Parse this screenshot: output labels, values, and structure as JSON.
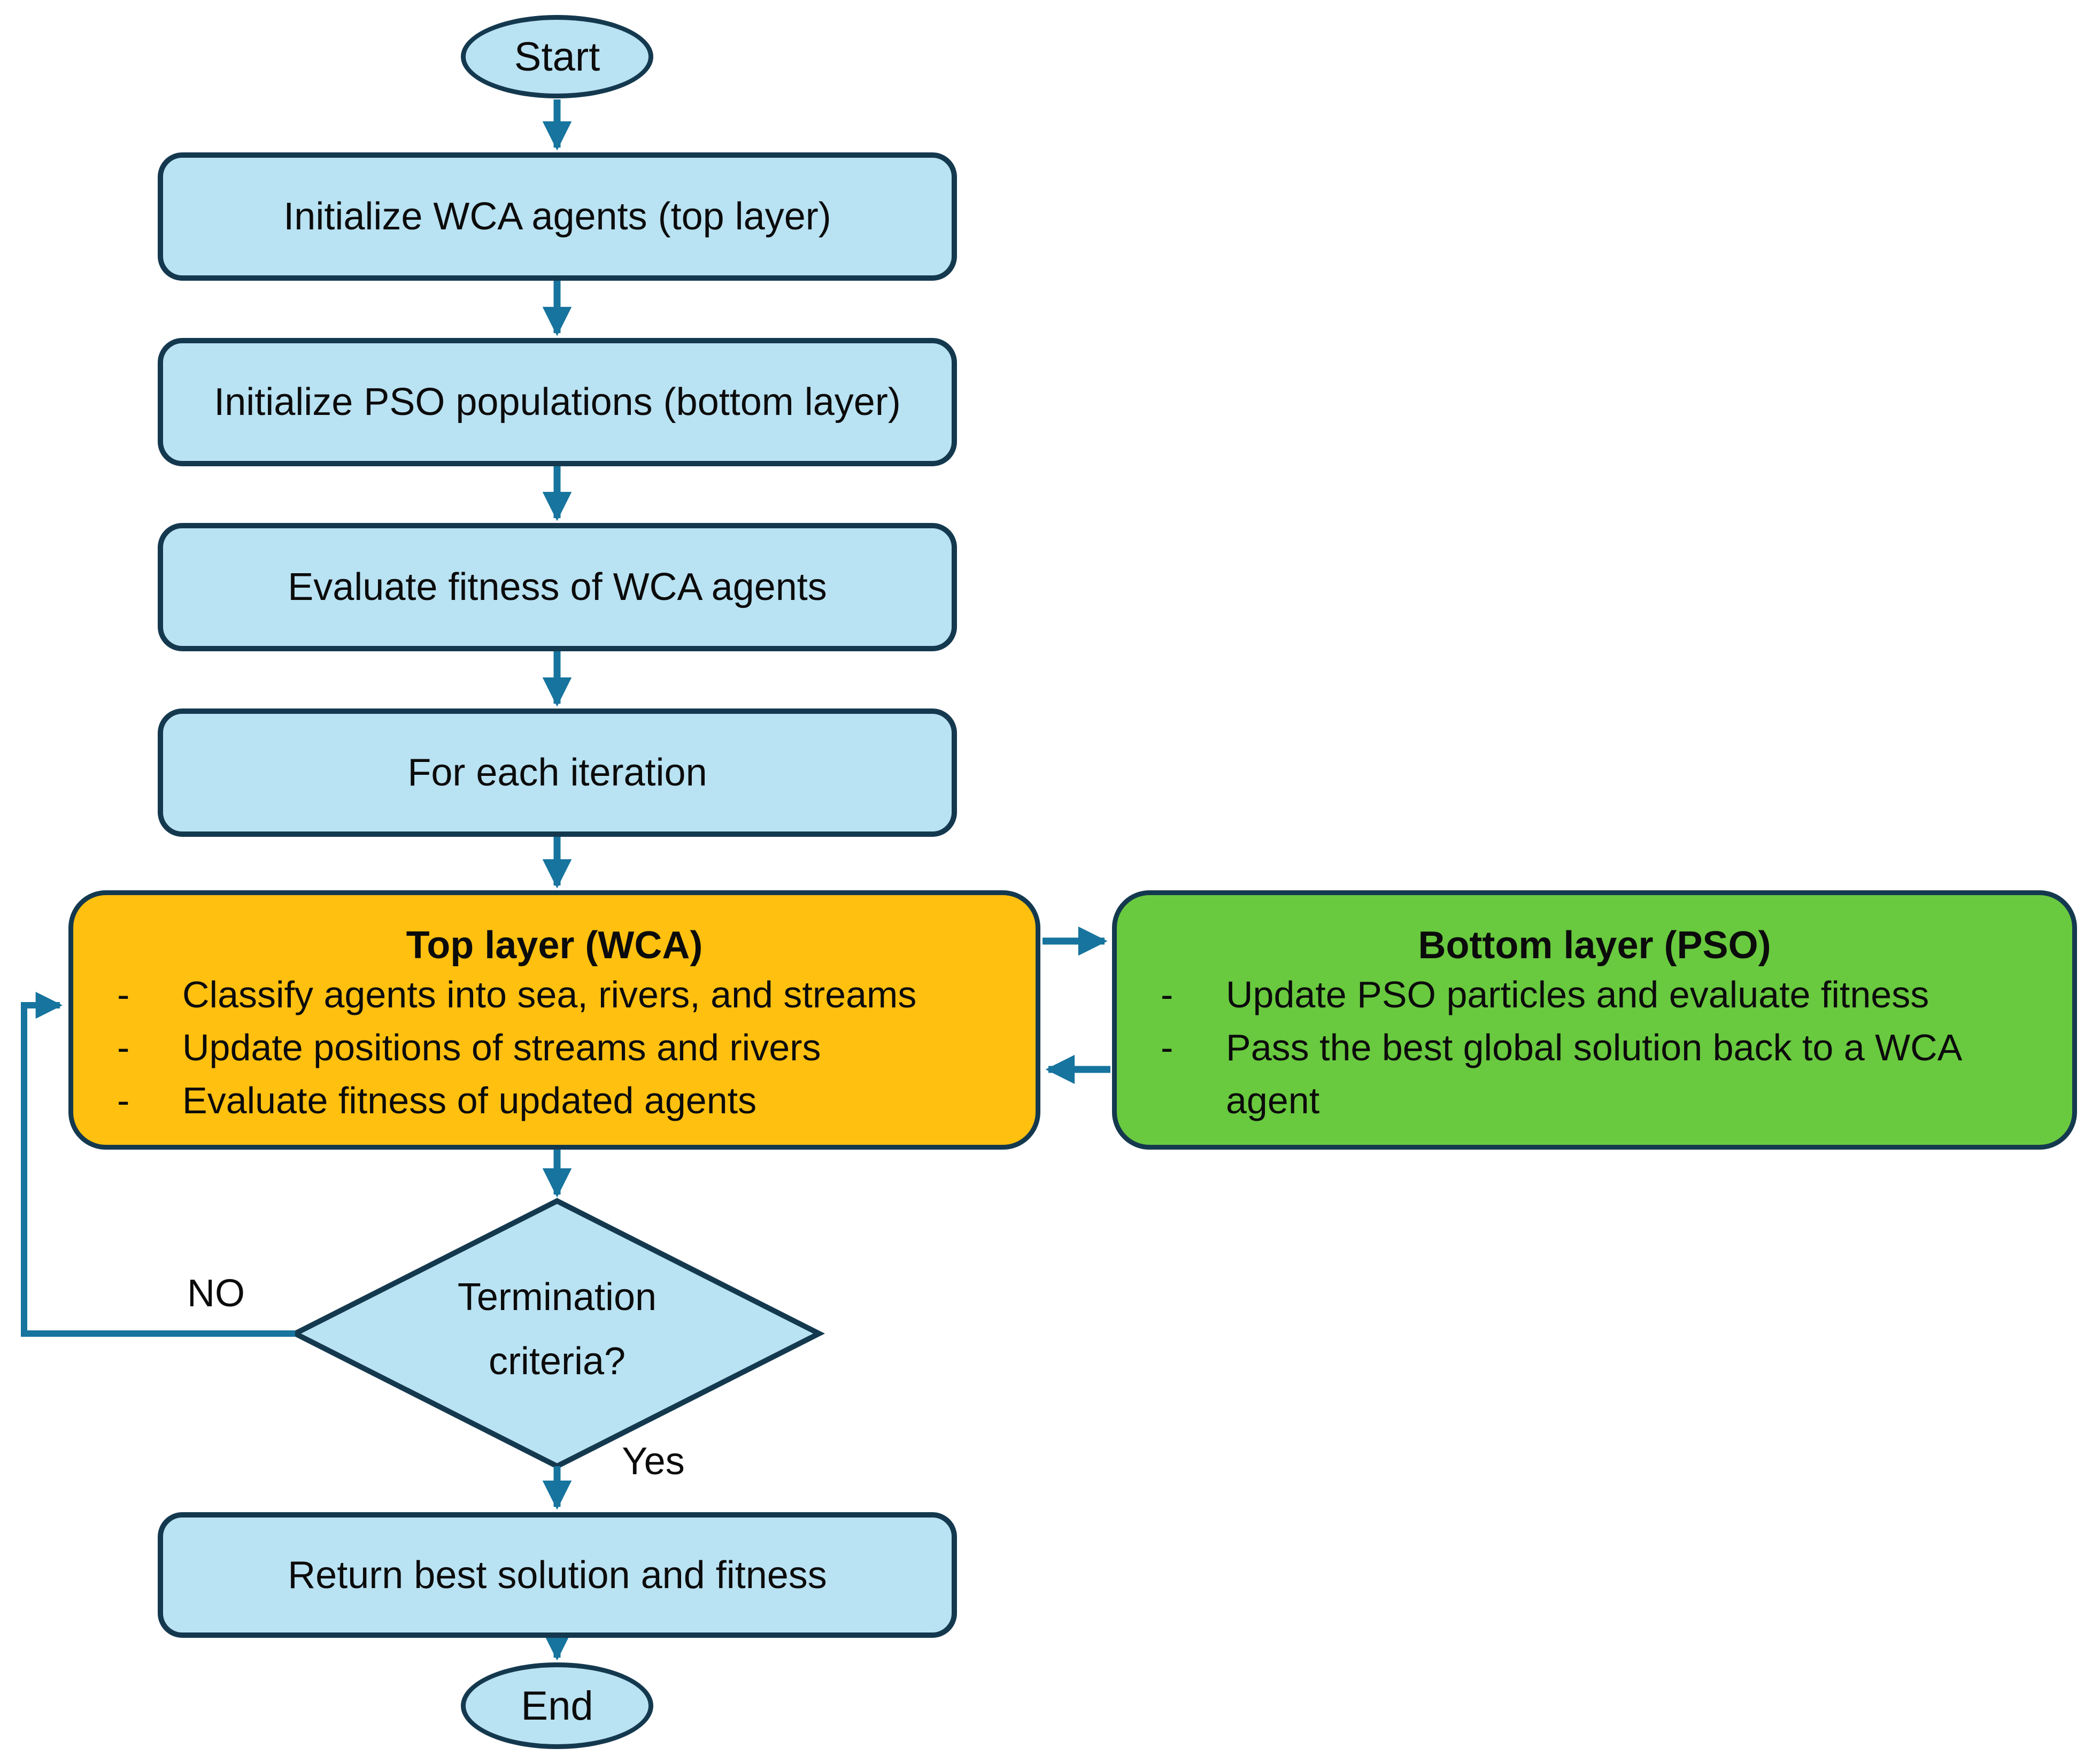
{
  "flowchart": {
    "bullet_marker": "-",
    "start": {
      "label": "Start"
    },
    "steps": [
      {
        "label": "Initialize WCA agents (top layer)"
      },
      {
        "label": "Initialize PSO populations (bottom layer)"
      },
      {
        "label": "Evaluate fitness of WCA agents"
      },
      {
        "label": "For each iteration"
      }
    ],
    "top_layer": {
      "title": "Top layer (WCA)",
      "bullets": [
        "Classify agents into sea, rivers, and streams",
        "Update positions of streams and rivers",
        "Evaluate fitness of updated agents"
      ]
    },
    "bottom_layer": {
      "title": "Bottom layer (PSO)",
      "bullets": [
        "Update PSO particles and evaluate fitness",
        "Pass the best global solution back to a WCA agent"
      ]
    },
    "decision": {
      "line1": "Termination",
      "line2": "criteria?",
      "no_label": "NO",
      "yes_label": "Yes"
    },
    "return_step": {
      "label": "Return best solution and fitness"
    },
    "end": {
      "label": "End"
    }
  },
  "colors": {
    "node_fill_blue": "#B9E2F2",
    "node_border": "#14394F",
    "arrow": "#16749E",
    "top_layer_fill": "#FFC010",
    "bottom_layer_fill": "#69C93F",
    "text": "#0B0B0B",
    "background": "#FFFFFF"
  }
}
